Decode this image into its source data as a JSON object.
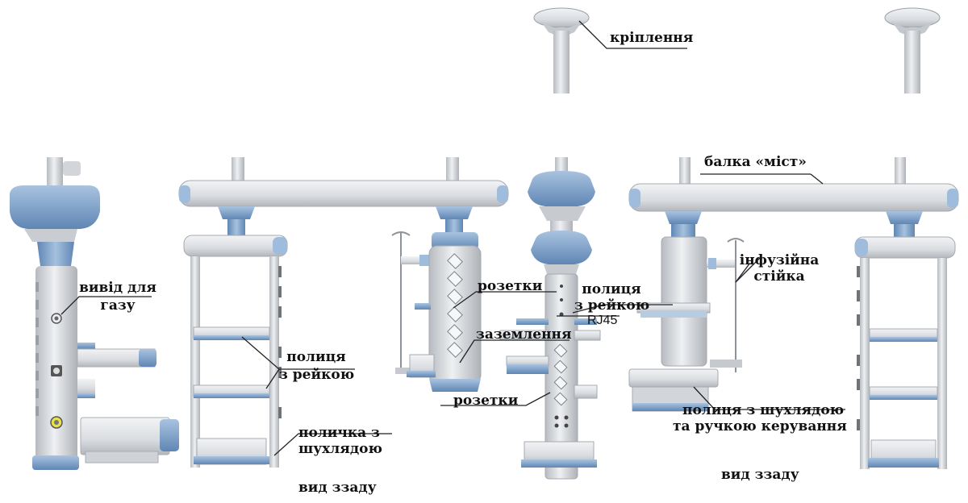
{
  "labels": {
    "mount": "кріплення",
    "bridge_beam": "балка «міст»",
    "gas_outlet_l1": "вивід для",
    "gas_outlet_l2": "газу",
    "shelf_rail_l1": "полиця",
    "shelf_rail_l2": "з рейкою",
    "shelf_drawer_l1": "поличка з",
    "shelf_drawer_l2": "шухлядою",
    "rear_view_left": "вид ззаду",
    "sockets_top": "розетки",
    "sockets_bottom": "розетки",
    "shelf_rail_mid_l1": "полиця",
    "shelf_rail_mid_l2": "з рейкою",
    "rj45": "RJ45",
    "grounding": "заземлення",
    "infusion_l1": "інфузійна",
    "infusion_l2": "стійка",
    "drawer_handle_l1": "полиця з шухлядою",
    "drawer_handle_l2": "та ручкою керування",
    "rear_view_right": "вид ззаду"
  },
  "colors": {
    "accent_blue": "#7da2cb",
    "equipment_gray": "#dcdfe2",
    "shadow_gray": "#b9bdc2",
    "line": "#222222"
  }
}
